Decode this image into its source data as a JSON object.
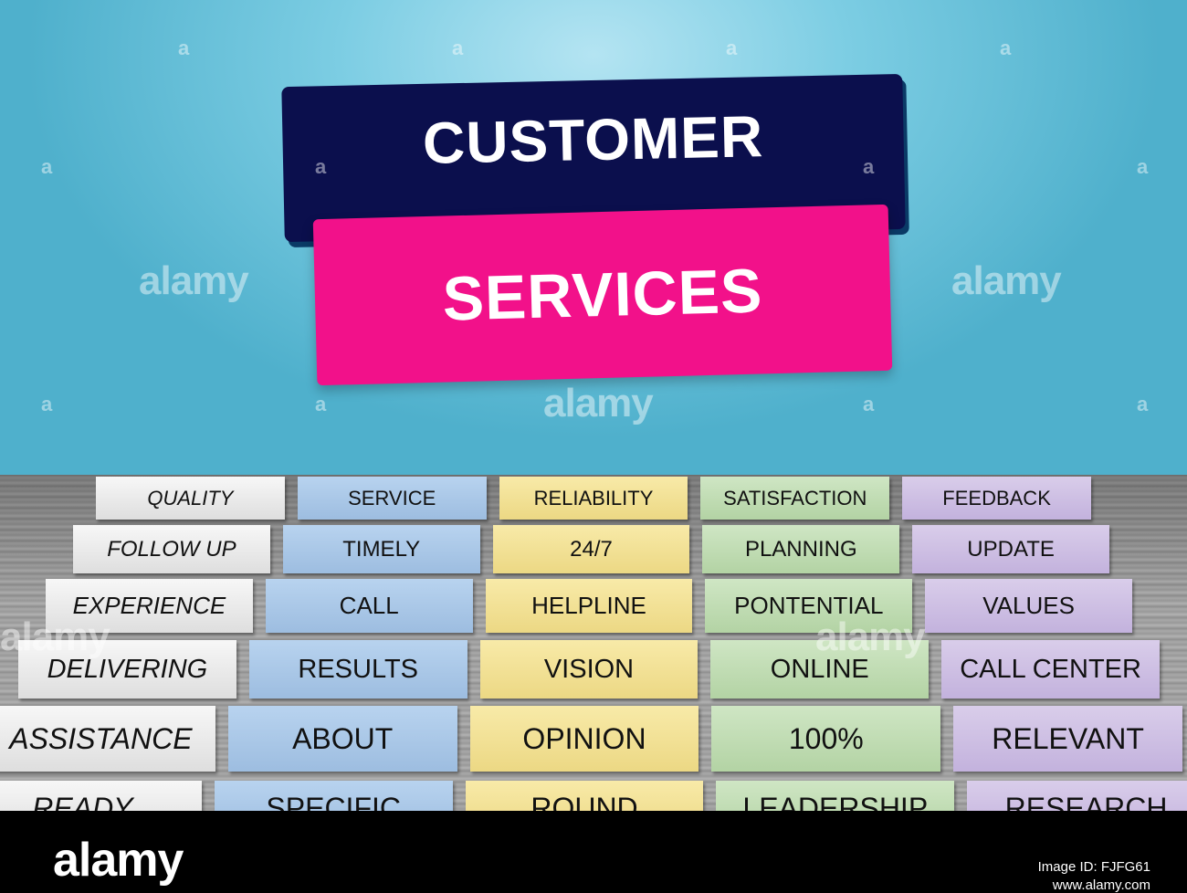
{
  "title": {
    "line1": "CUSTOMER",
    "line2": "SERVICES"
  },
  "grid": {
    "rows": [
      [
        "QUALITY",
        "SERVICE",
        "RELIABILITY",
        "SATISFACTION",
        "FEEDBACK"
      ],
      [
        "FOLLOW UP",
        "TIMELY",
        "24/7",
        "PLANNING",
        "UPDATE"
      ],
      [
        "EXPERIENCE",
        "CALL",
        "HELPLINE",
        "PONTENTIAL",
        "VALUES"
      ],
      [
        "DELIVERING",
        "RESULTS",
        "VISION",
        "ONLINE",
        "CALL CENTER"
      ],
      [
        "ASSISTANCE",
        "ABOUT",
        "OPINION",
        "100%",
        "RELEVANT"
      ],
      [
        "READY",
        "SPECIFIC",
        "ROUND",
        "LEADERSHIP",
        "RESEARCH"
      ]
    ]
  },
  "watermark": {
    "small": "a",
    "big": "alamy"
  },
  "footer": {
    "logo": "alamy",
    "image_id_label": "Image ID: FJFG61",
    "site": "www.alamy.com"
  },
  "colors": {
    "wall": "#6cc3dc",
    "title_top": "#0b0f4d",
    "title_bottom": "#f2118a",
    "col0": "#e8e8e8",
    "col1": "#a9c7e6",
    "col2": "#f1df92",
    "col3": "#bddbb0",
    "col4": "#cbbde2"
  }
}
